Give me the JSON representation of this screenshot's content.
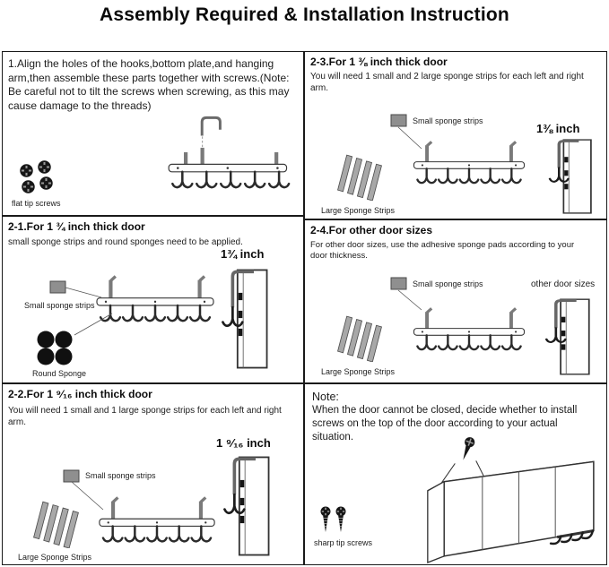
{
  "title": "Assembly Required & Installation Instruction",
  "step1": {
    "text": "1.Align the holes of the hooks,bottom plate,and hanging arm,then assemble these parts together with screws.(Note: Be careful not to tilt the screws when screwing, as this may cause damage to the threads)",
    "screw_label": "flat tip screws"
  },
  "step2_1": {
    "heading": "2-1.For 1 ¾ inch thick door",
    "body": "small sponge strips and round sponges need to be applied.",
    "size_label": "1¾ inch",
    "small_sponge_label": "Small sponge strips",
    "round_sponge_label": "Round Sponge"
  },
  "step2_2": {
    "heading": "2-2.For 1 ⁹⁄₁₆ inch thick door",
    "body": "You will need 1 small and 1 large sponge strips for each left and right arm.",
    "size_label": "1 ⁹⁄₁₆ inch",
    "small_sponge_label": "Small sponge strips",
    "large_sponge_label": "Large Sponge Strips"
  },
  "step2_3": {
    "heading": "2-3.For 1 ⅜ inch thick door",
    "body": "You will need 1 small and 2 large sponge strips for each left and right arm.",
    "size_label": "1⅜ inch",
    "small_sponge_label": "Small sponge strips",
    "large_sponge_label": "Large Sponge Strips"
  },
  "step2_4": {
    "heading": "2-4.For other door sizes",
    "body": "For other door sizes, use the adhesive sponge pads according to your door thickness.",
    "size_label": "other door sizes",
    "small_sponge_label": "Small sponge strips",
    "large_sponge_label": "Large Sponge Strips"
  },
  "note": {
    "heading": "Note:",
    "body": "When the door cannot be closed, decide whether to install screws on the top of the door according to your actual situation.",
    "screw_label": "sharp tip screws"
  },
  "colors": {
    "panel_border": "#1a1a1a",
    "sponge_gray": "#8f8f8f",
    "metal_gray": "#7a7a7a",
    "ink": "#111111",
    "background": "#ffffff"
  }
}
